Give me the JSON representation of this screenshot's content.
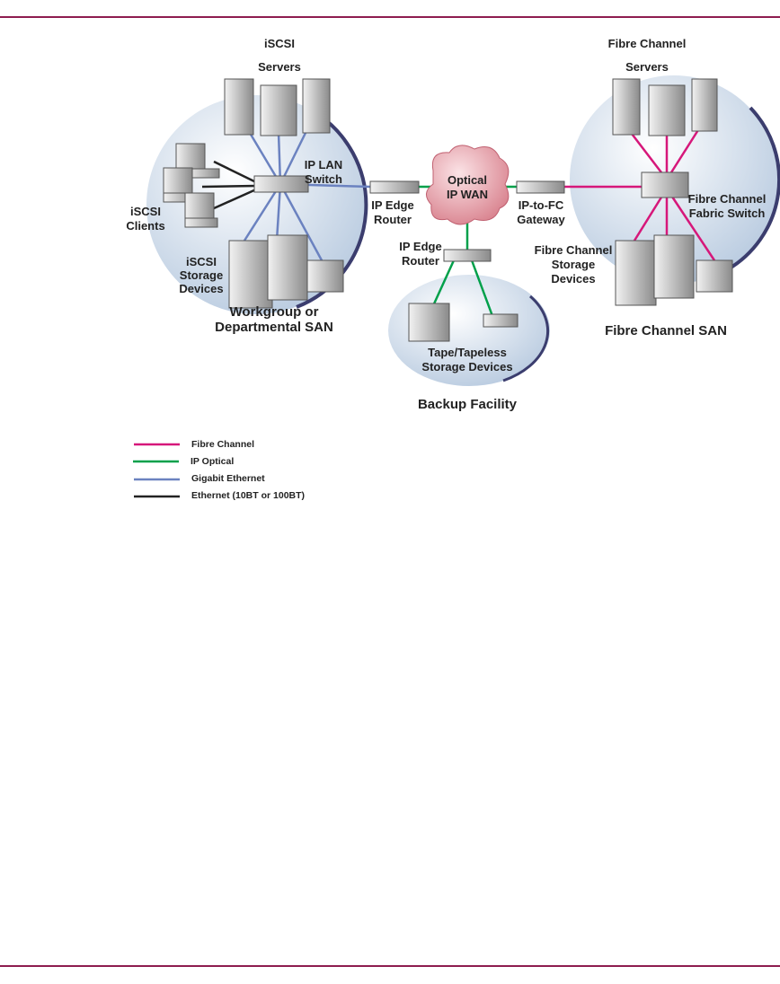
{
  "labels": {
    "iscsi_servers": [
      "iSCSI",
      "Servers"
    ],
    "ip_lan_switch": [
      "IP LAN",
      "Switch"
    ],
    "iscsi_clients": [
      "iSCSI",
      "Clients"
    ],
    "iscsi_storage": [
      "iSCSI",
      "Storage",
      "Devices"
    ],
    "workgroup_san": [
      "Workgroup or",
      "Departmental SAN"
    ],
    "ip_edge_router_left": [
      "IP Edge",
      "Router"
    ],
    "optical_wan": [
      "Optical",
      "IP WAN"
    ],
    "ip_to_fc_gateway": [
      "IP-to-FC",
      "Gateway"
    ],
    "ip_edge_router_bottom": [
      "IP Edge",
      "Router"
    ],
    "fc_servers": [
      "Fibre Channel",
      "Servers"
    ],
    "fc_fabric_switch": [
      "Fibre Channel",
      "Fabric Switch"
    ],
    "fc_storage": [
      "Fibre Channel",
      "Storage",
      "Devices"
    ],
    "fc_san": "Fibre Channel SAN",
    "tape_storage": [
      "Tape/Tapeless",
      "Storage Devices"
    ],
    "backup_facility": "Backup Facility"
  },
  "legend": [
    {
      "label": "Fibre Channel",
      "color": "#d6177a"
    },
    {
      "label": "IP Optical",
      "color": "#00a04a"
    },
    {
      "label": "Gigabit Ethernet",
      "color": "#6b82c0"
    },
    {
      "label": "Ethernet (10BT or 100BT)",
      "color": "#222222"
    }
  ],
  "colors": {
    "rule": "#8e1d4f",
    "zone_fill": "#cfdcea",
    "zone_edge": "#3b3d6e",
    "cloud": "#e8a0a8"
  }
}
